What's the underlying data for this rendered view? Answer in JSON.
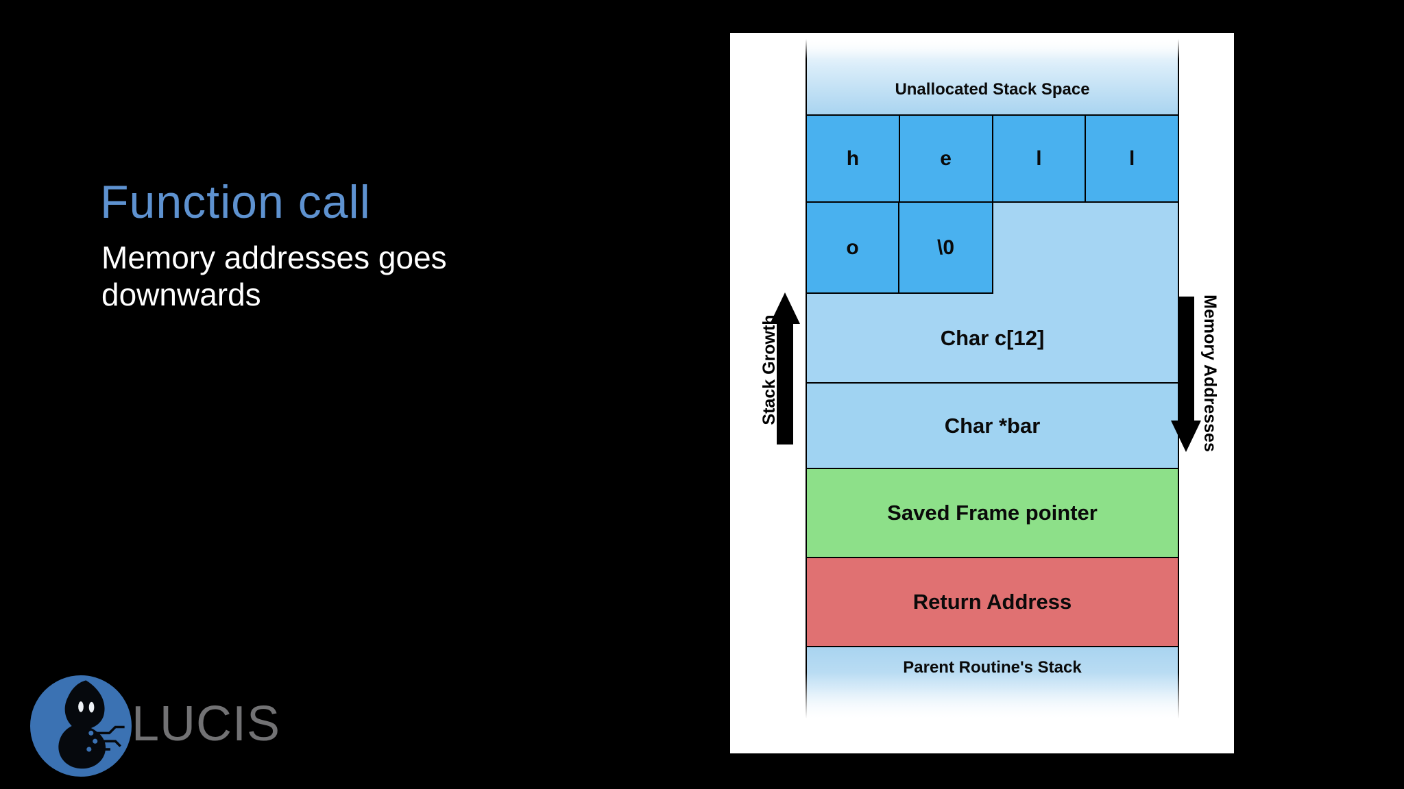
{
  "slide": {
    "title": "Function call",
    "subtitle": "Memory addresses goes\ndownwards"
  },
  "logo": {
    "brand": "LUCIS",
    "circle_color": "#3B72B3",
    "text_color": "#727274"
  },
  "diagram": {
    "unallocated_label": "Unallocated Stack Space",
    "row1_cells": [
      "h",
      "e",
      "l",
      "l"
    ],
    "row2_cells": [
      "o",
      "\\0"
    ],
    "char_array_label": "Char c[12]",
    "char_pointer_label": "Char *bar",
    "saved_frame_label": "Saved Frame pointer",
    "return_address_label": "Return Address",
    "parent_stack_label": "Parent Routine's Stack",
    "stack_growth_label": "Stack Growth",
    "memory_addresses_label": "Memory Addresses",
    "colors": {
      "cell_blue": "#49B1EF",
      "region_light_blue": "#A5D5F3",
      "frame_green": "#8DE089",
      "return_red": "#E07172",
      "title_blue": "#5E92D0",
      "background": "#000000",
      "panel": "#FFFFFF"
    }
  }
}
